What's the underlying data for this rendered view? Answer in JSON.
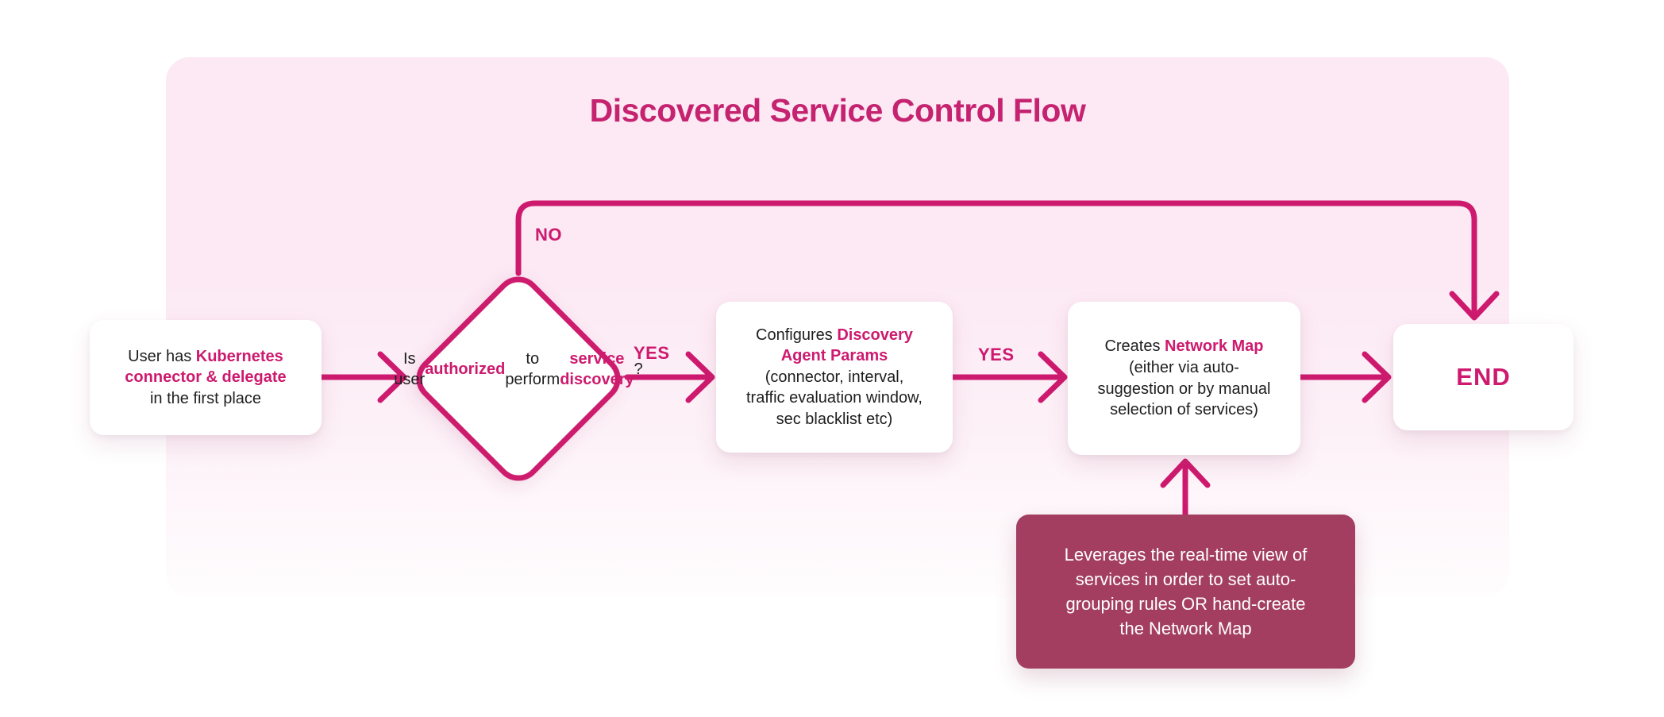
{
  "colors": {
    "accent": "#cd1a6e",
    "title": "#c52370",
    "note_bg": "#a33e61",
    "note_text": "#ffffff",
    "text": "#1e1e1e",
    "canvas_top": "#fce9f4",
    "canvas_bottom": "#fffdfe",
    "card_bg": "#ffffff"
  },
  "title": "Discovered Service Control Flow",
  "edge_labels": {
    "no": "NO",
    "yes_decision": "YES",
    "yes_configure": "YES"
  },
  "nodes": {
    "start": {
      "rich": [
        {
          "t": "User has ",
          "a": false
        },
        {
          "t": "Kubernetes",
          "a": true,
          "br": true
        },
        {
          "t": "connector & delegate",
          "a": true,
          "br": true
        },
        {
          "t": "in the first place",
          "a": false
        }
      ]
    },
    "decision": {
      "rich": [
        {
          "t": "Is user",
          "a": false,
          "br": true
        },
        {
          "t": "authorized",
          "a": true,
          "br": true
        },
        {
          "t": "to perform",
          "a": false,
          "br": true
        },
        {
          "t": "service discovery",
          "a": true
        },
        {
          "t": "?",
          "a": false
        }
      ]
    },
    "configure": {
      "rich": [
        {
          "t": "Configures ",
          "a": false
        },
        {
          "t": "Discovery",
          "a": true,
          "br": true
        },
        {
          "t": "Agent Params",
          "a": true,
          "br": true
        },
        {
          "t": "(connector, interval,",
          "a": false,
          "br": true
        },
        {
          "t": "traffic evaluation window,",
          "a": false,
          "br": true
        },
        {
          "t": "sec blacklist etc)",
          "a": false
        }
      ]
    },
    "network_map": {
      "rich": [
        {
          "t": "Creates ",
          "a": false
        },
        {
          "t": "Network Map",
          "a": true,
          "br": true
        },
        {
          "t": "(either via auto-",
          "a": false,
          "br": true
        },
        {
          "t": "suggestion or by manual",
          "a": false,
          "br": true
        },
        {
          "t": "selection of services)",
          "a": false
        }
      ]
    },
    "end": {
      "label": "END"
    },
    "note": {
      "rich": [
        {
          "t": "Leverages the real-time view of",
          "a": false,
          "br": true
        },
        {
          "t": "services in order to set auto-",
          "a": false,
          "br": true
        },
        {
          "t": "grouping rules OR hand-create",
          "a": false,
          "br": true
        },
        {
          "t": "the Network Map",
          "a": false
        }
      ]
    }
  }
}
